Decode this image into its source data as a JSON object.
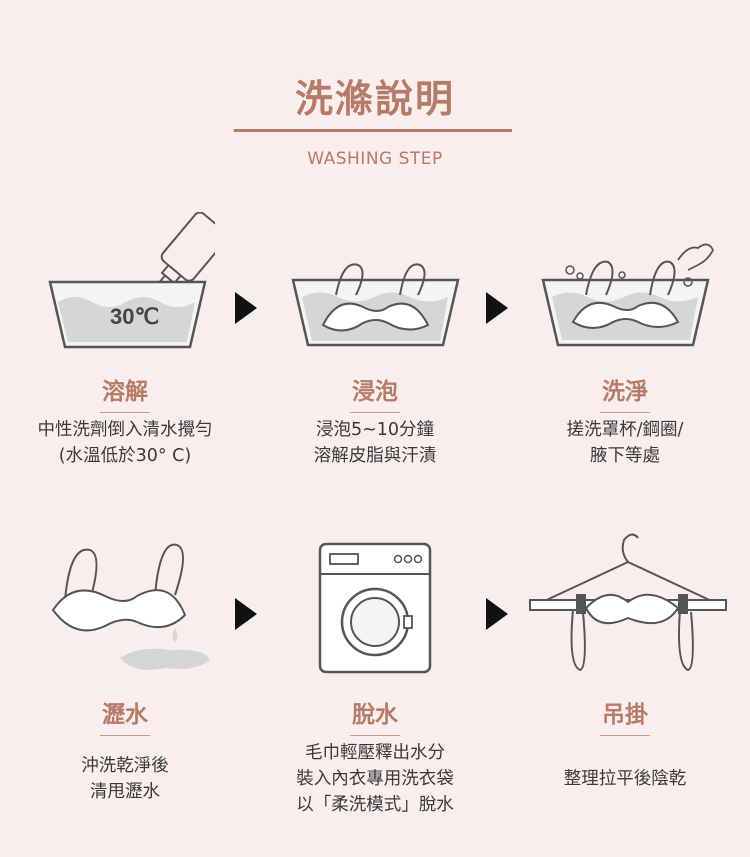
{
  "header": {
    "title": "洗滌說明",
    "subtitle": "WASHING STEP"
  },
  "steps": [
    {
      "title": "溶解",
      "desc": "中性洗劑倒入清水攪勻\n(水溫低於30° C)",
      "illustration": "basin-detergent-30c",
      "badge": "30℃"
    },
    {
      "title": "浸泡",
      "desc": "浸泡5~10分鐘\n溶解皮脂與汗漬",
      "illustration": "basin-bra-soak"
    },
    {
      "title": "洗淨",
      "desc": "搓洗罩杯/鋼圈/\n腋下等處",
      "illustration": "basin-bra-wash-hand"
    },
    {
      "title": "瀝水",
      "desc": "沖洗乾淨後\n清甩瀝水",
      "illustration": "bra-dripping"
    },
    {
      "title": "脫水",
      "desc": "毛巾輕壓釋出水分\n裝入內衣專用洗衣袋\n以「柔洗模式」脫水",
      "illustration": "washing-machine"
    },
    {
      "title": "吊掛",
      "desc": "整理拉平後陰乾",
      "illustration": "bra-on-hanger"
    }
  ],
  "colors": {
    "background": "#f9eeed",
    "accent": "#b57b68",
    "text": "#3a3a3a",
    "arrow": "#111111",
    "water": "#d6d6d6"
  }
}
